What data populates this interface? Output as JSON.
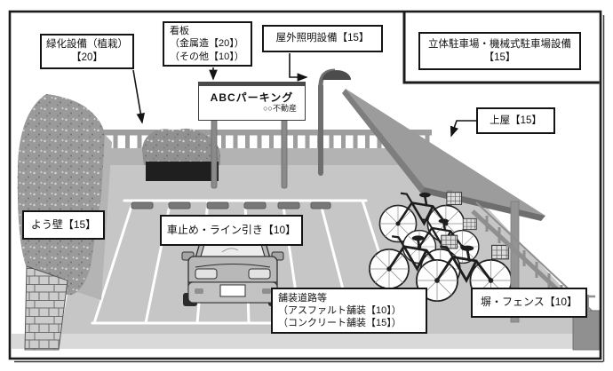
{
  "figure": {
    "description": "parking-facility useful-life diagram",
    "sign": {
      "title": "ABCパーキング",
      "subtitle": "○○不動産"
    },
    "labels": {
      "greening": "緑化設備（植栽）\n【20】",
      "signboard": "看板\n（金属造【20】）\n（その他【10】）",
      "lighting": "屋外照明設備【15】",
      "multistory": "立体駐車場・機械式駐車場設備\n【15】",
      "canopy": "上屋【15】",
      "retaining_wall": "よう壁【15】",
      "wheel_stop": "車止め・ライン引き【10】",
      "paving": "舗装道路等\n（アスファルト舗装【10】）\n（コンクリート舗装【15】）",
      "fence": "塀・フェンス【10】"
    },
    "colors": {
      "label_border": "#141414",
      "canopy_gray": "#9c9c9c",
      "pavement_gray": "#c6c6c6",
      "planter_black": "#1f1f1f",
      "line_white": "#ffffff"
    }
  }
}
